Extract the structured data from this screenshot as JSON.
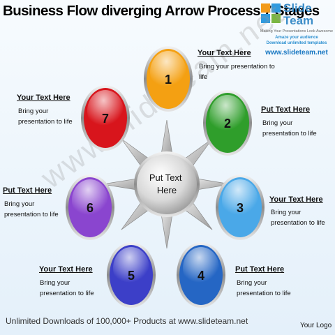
{
  "title": "Business Flow diverging Arrow Process 7 Stages",
  "logo": {
    "word1": "Slide",
    "word2": "Team",
    "tagline": "Making Your Presentations Look Awesome",
    "promo1": "Amaze your audience",
    "promo2": "Download unlimited templates",
    "url": "www.slideteam.net"
  },
  "center_text": "Put Text Here",
  "stages": [
    {
      "number": "1",
      "heading": "Your Text Here",
      "body": "Bring your presentation to life",
      "color": "#f4a012"
    },
    {
      "number": "2",
      "heading": "Put Text Here",
      "body": "Bring your presentation to life",
      "color": "#2f9e2b"
    },
    {
      "number": "3",
      "heading": "Your Text Here",
      "body": "Bring your presentation to life",
      "color": "#4aa8e8"
    },
    {
      "number": "4",
      "heading": "Put Text Here",
      "body": "Bring your presentation to life",
      "color": "#2566c4"
    },
    {
      "number": "5",
      "heading": "Your Text Here",
      "body": "Bring your presentation to life",
      "color": "#3c3fc8"
    },
    {
      "number": "6",
      "heading": "Put Text Here",
      "body": "Bring your presentation to life",
      "color": "#8a45cf"
    },
    {
      "number": "7",
      "heading": "Your Text Here",
      "body": "Bring your presentation to life",
      "color": "#d8151c"
    }
  ],
  "watermark": "www.slideteam.net",
  "footer": "Unlimited Downloads of 100,000+ Products at www.slideteam.net",
  "your_logo": "Your Logo"
}
